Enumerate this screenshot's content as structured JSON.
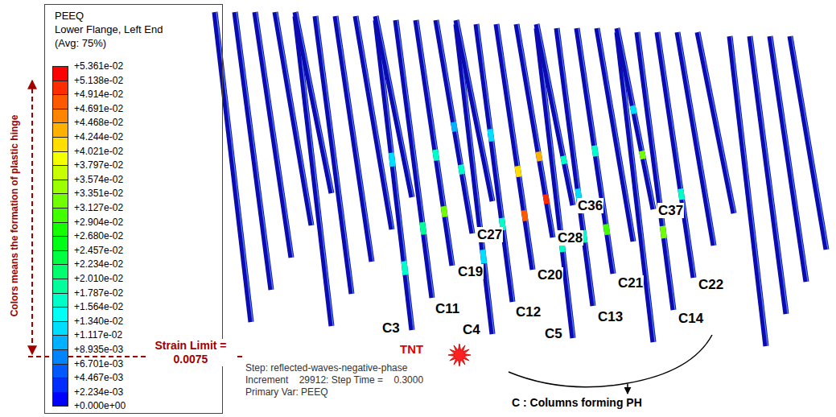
{
  "diagram": {
    "nodes": [
      {
        "text": [
          "PEEQ",
          "Lower Flange, Left End",
          "(Avg: 75%)"
        ]
      }
    ],
    "labels": [
      "Colors means the formation of plastic hinge",
      "Strain Limit = 0.0075",
      "+0.000e+00",
      "TNT",
      "Step: reflected-waves-negative-phase",
      "Increment    29912: Step Time =    0.3000",
      "Primary Var: PEEQ",
      "C : Columns forming PH",
      "C3",
      "C11",
      "C4",
      "C19",
      "C12",
      "C27",
      "C20",
      "C28",
      "C36",
      "C5",
      "C13",
      "C21",
      "C37",
      "C14",
      "C22"
    ],
    "legend": [
      {
        "text": "+5.361e-02",
        "color": "#ff0000"
      },
      {
        "text": "+5.138e-02",
        "color": "#ff2c00"
      },
      {
        "text": "+4.914e-02",
        "color": "#ff5900"
      },
      {
        "text": "+4.691e-02",
        "color": "#ff8500"
      },
      {
        "text": "+4.468e-02",
        "color": "#ffb100"
      },
      {
        "text": "+4.244e-02",
        "color": "#ffde00"
      },
      {
        "text": "+4.021e-02",
        "color": "#f4ff00"
      },
      {
        "text": "+3.797e-02",
        "color": "#c8ff00"
      },
      {
        "text": "+3.574e-02",
        "color": "#9bff00"
      },
      {
        "text": "+3.351e-02",
        "color": "#6fff00"
      },
      {
        "text": "+3.127e-02",
        "color": "#42ff00"
      },
      {
        "text": "+2.904e-02",
        "color": "#16ff00"
      },
      {
        "text": "+2.680e-02",
        "color": "#00ff16"
      },
      {
        "text": "+2.457e-02",
        "color": "#00ff42"
      },
      {
        "text": "+2.234e-02",
        "color": "#00ff6f"
      },
      {
        "text": "+2.010e-02",
        "color": "#00ff9b"
      },
      {
        "text": "+1.787e-02",
        "color": "#00ffc8"
      },
      {
        "text": "+1.564e-02",
        "color": "#00fff4"
      },
      {
        "text": "+1.340e-02",
        "color": "#00deff"
      },
      {
        "text": "+1.117e-02",
        "color": "#00b1ff"
      },
      {
        "text": "+8.935e-03",
        "color": "#0085ff"
      },
      {
        "text": "+6.701e-03",
        "color": "#0059ff"
      },
      {
        "text": "+4.467e-03",
        "color": "#002cff"
      },
      {
        "text": "+2.234e-03",
        "color": "#0000ff"
      }
    ]
  }
}
